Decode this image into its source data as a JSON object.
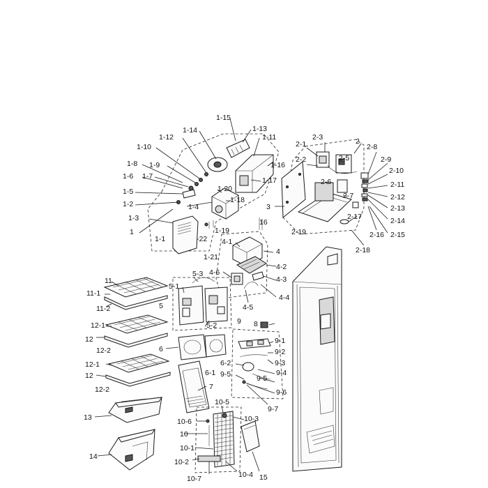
{
  "labels": {
    "p1_15": "1-15",
    "p1_14": "1-14",
    "p1_13": "1-13",
    "p1_12": "1-12",
    "p1_11": "1-11",
    "p1_10": "1-10",
    "p1_16": "1-16",
    "p1_8": "1-8",
    "p1_9": "1-9",
    "p1_6": "1-6",
    "p1_7": "1-7",
    "p1_17": "1-17",
    "p1_20": "1-20",
    "p1_5": "1-5",
    "p1_18": "1-18",
    "p1_2": "1-2",
    "p1_4": "1-4",
    "p1_3": "1-3",
    "p1_19": "1-19",
    "p1": "1",
    "p1_22": "-22",
    "p1_1": "1-1",
    "p1_21": "1-21",
    "p2": "2",
    "p2_3": "2-3",
    "p2_8": "2-8",
    "p2_1": "2-1",
    "p2_2": "2-2",
    "p2_5": "2-5",
    "p2_9": "2-9",
    "p2_10": "2-10",
    "p2_6": "2-6",
    "p2_11": "2-11",
    "p2_12": "2-12",
    "p2_7": "2-7",
    "p2_13": "2-13",
    "p3": "3",
    "p2_14": "2-14",
    "p2_17": "2-17",
    "p2_16": "2-16",
    "p2_15": "2-15",
    "p2_19": "2-19",
    "p2_18": "2-18",
    "p16": "16",
    "p4_1": "4-1",
    "p4": "4",
    "p4_2": "4-2",
    "p4_6": "4-6",
    "p4_3": "4-3",
    "p4_4": "4-4",
    "p4_5": "4-5",
    "p5_3": "5-3",
    "p5_1": "5-1",
    "p5": "5",
    "p5_2": "5-2",
    "p11": "11",
    "p11_1": "11-1",
    "p11_2": "11-2",
    "p12_1a": "12-1",
    "p12a": "12",
    "p12_2a": "12-2",
    "p12_1b": "12-1",
    "p12b": "12",
    "p12_2b": "12-2",
    "p9": "9",
    "p8": "8",
    "p9_1": "9-1",
    "p9_2": "9-2",
    "p9_3": "9-3",
    "p6": "6",
    "p6_2": "6-2",
    "p9_4": "9-4",
    "p9_5a": "9-5",
    "p9_5b": "9-5",
    "p6_1": "6-1",
    "p9_6": "9-6",
    "p7": "7",
    "p9_7": "9-7",
    "p10_5": "10-5",
    "p13": "13",
    "p10_6": "10-6",
    "p10_3": "10-3",
    "p10": "10",
    "p10_1": "10-1",
    "p14": "14",
    "p10_2": "10-2",
    "p10_4": "10-4",
    "p15": "15",
    "p10_7": "10-7"
  }
}
